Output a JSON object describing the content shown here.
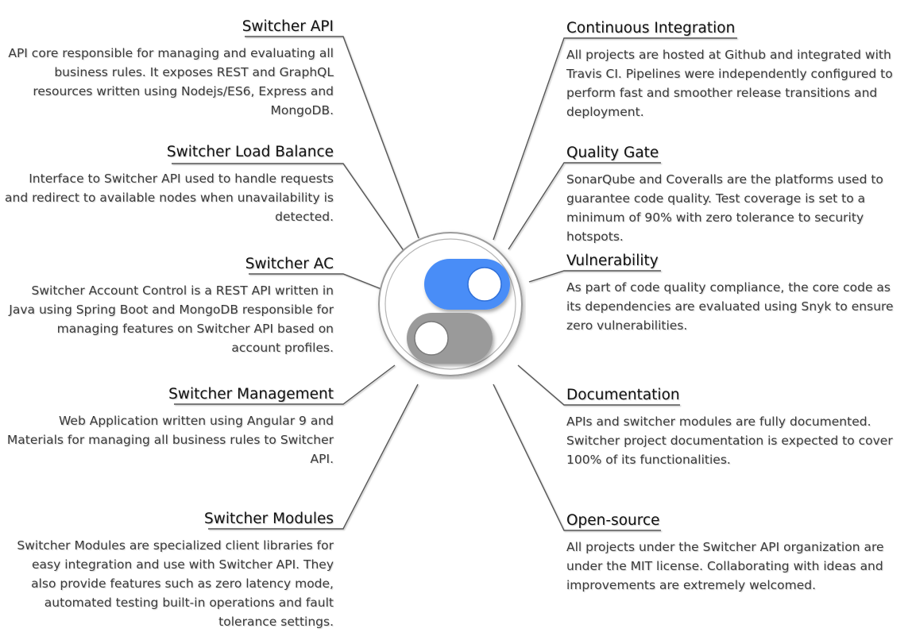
{
  "center": {
    "icon": "toggle-switches-icon",
    "colors": {
      "toggle_on": "#4a8df7",
      "toggle_off": "#9a9a9a",
      "knob": "#ffffff",
      "ring": "#9b9b9b"
    }
  },
  "nodes_left": [
    {
      "title": "Switcher API",
      "description": "API core responsible for managing and evaluating all business rules. It exposes REST and GraphQL resources written using Nodejs/ES6, Express and MongoDB."
    },
    {
      "title": "Switcher Load Balance",
      "description": "Interface to Switcher API used to handle requests and redirect to available nodes when unavailability is detected."
    },
    {
      "title": "Switcher AC",
      "description": "Switcher Account Control is a REST API written in Java using Spring Boot and MongoDB responsible for managing features on Switcher API based on account profiles."
    },
    {
      "title": "Switcher Management",
      "description": "Web Application written using Angular 9 and Materials for managing all business rules to Switcher API."
    },
    {
      "title": "Switcher Modules",
      "description": "Switcher Modules are specialized client libraries for easy integration and use with Switcher API. They also provide features such as zero latency mode, automated testing built-in operations and fault tolerance settings."
    }
  ],
  "nodes_right": [
    {
      "title": "Continuous Integration",
      "description": "All projects are hosted at Github and integrated with Travis CI. Pipelines were independently configured to perform fast and smoother release transitions and deployment."
    },
    {
      "title": "Quality Gate",
      "description": "SonarQube and Coveralls are the platforms used to guarantee code quality. Test coverage is set to a minimum of 90% with zero tolerance to security hotspots."
    },
    {
      "title": "Vulnerability",
      "description": "As part of code quality compliance, the core code as its dependencies are evaluated using Snyk to ensure zero vulnerabilities."
    },
    {
      "title": "Documentation",
      "description": "APIs and switcher modules are fully documented. Switcher project documentation is expected to cover 100% of its functionalities."
    },
    {
      "title": "Open-source",
      "description": "All projects under the Switcher API organization are under the MIT license. Collaborating with ideas and improvements are extremely welcomed."
    }
  ]
}
